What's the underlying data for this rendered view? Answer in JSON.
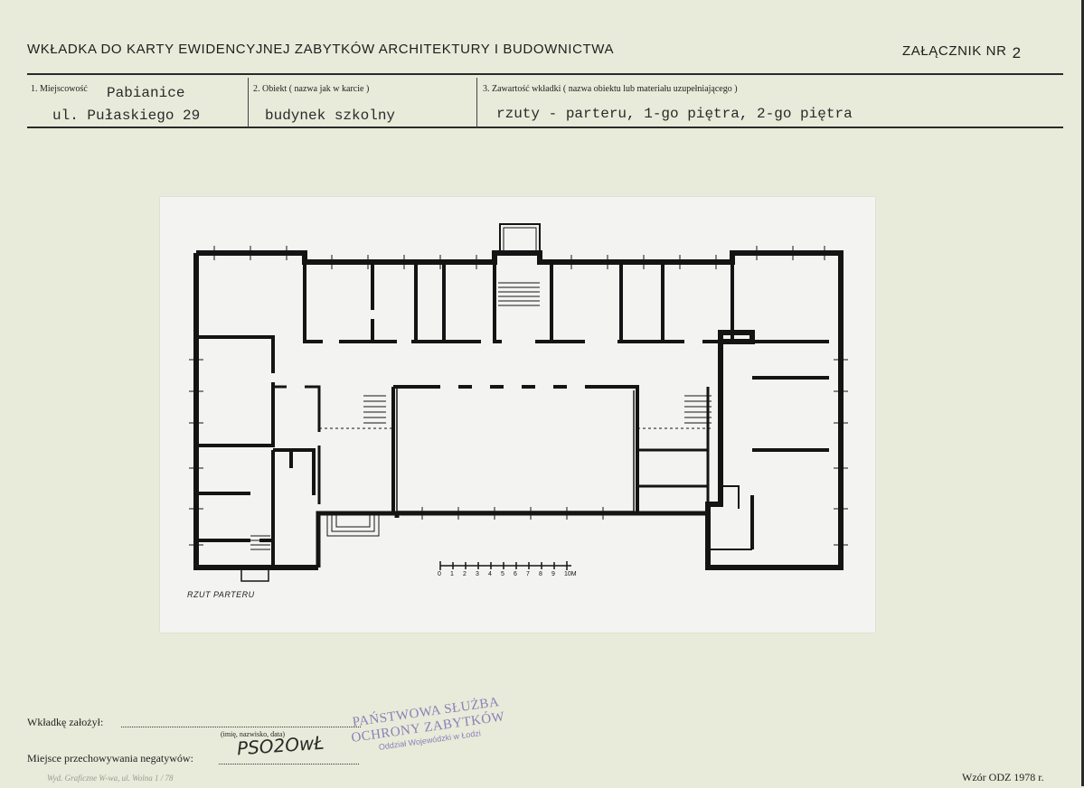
{
  "header": {
    "title": "WKŁADKA DO KARTY EWIDENCYJNEJ ZABYTKÓW ARCHITEKTURY I BUDOWNICTWA",
    "annex_label": "ZAŁĄCZNIK NR",
    "annex_number": "2"
  },
  "fields": {
    "locality_label": "1. Miejscowość",
    "locality_value": "Pabianice",
    "address_value": "ul. Pułaskiego 29",
    "object_label": "2. Obiekt ( nazwa jak w karcie )",
    "object_value": "budynek szkolny",
    "contents_label": "3. Zawartość wkładki ( nazwa obiektu lub materiału uzupełniającego )",
    "contents_value": "rzuty - parteru, 1-go piętra, 2-go piętra"
  },
  "plan": {
    "caption": "RZUT PARTERU",
    "scale_ticks": [
      "0",
      "1",
      "2",
      "3",
      "4",
      "5",
      "6",
      "7",
      "8",
      "9",
      "10M"
    ]
  },
  "footer": {
    "created_by_label": "Wkładkę założył:",
    "created_by_hint": "(imię, nazwisko, data)",
    "negatives_label": "Miejsce przechowywania negatywów:",
    "stamp_line1": "PAŃSTWOWA SŁUŻBA",
    "stamp_line2": "OCHRONY ZABYTKÓW",
    "stamp_line3": "Oddział Wojewódzki w Łodzi",
    "printer_text": "Wyd. Graficzne W-wa, ul. Wolna 1 / 78",
    "model_text": "Wzór ODZ 1978 r."
  },
  "colors": {
    "paper": "#e8ebd9",
    "photo": "#f3f3f2",
    "ink": "#1e1e1e",
    "stamp": "#8d7fb9"
  }
}
